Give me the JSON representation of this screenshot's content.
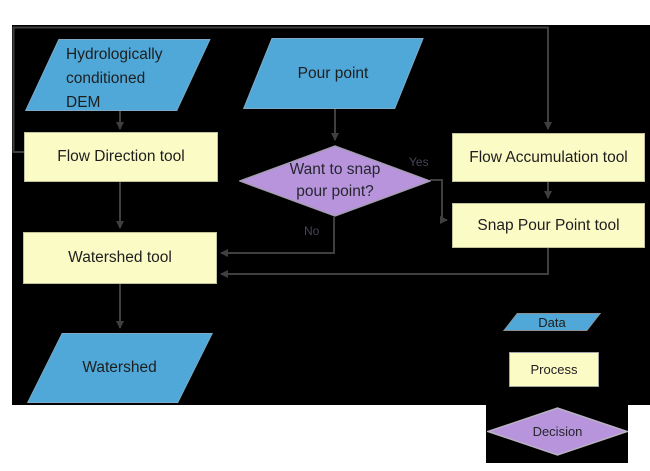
{
  "diagram": {
    "nodes": {
      "dem": {
        "type": "data",
        "lines": [
          "Hydrologically",
          "conditioned",
          "DEM"
        ]
      },
      "pour_point": {
        "type": "data",
        "label": "Pour point"
      },
      "flow_direction": {
        "type": "process",
        "label": "Flow Direction tool"
      },
      "flow_accumulation": {
        "type": "process",
        "label": "Flow Accumulation tool"
      },
      "snap_pour_point": {
        "type": "process",
        "label": "Snap Pour Point tool"
      },
      "snap_decision": {
        "type": "decision",
        "lines": [
          "Want to snap",
          "pour point?"
        ]
      },
      "watershed_tool": {
        "type": "process",
        "label": "Watershed tool"
      },
      "watershed": {
        "type": "data",
        "label": "Watershed"
      }
    },
    "edge_labels": {
      "yes": "Yes",
      "no": "No"
    },
    "legend": {
      "data_label": "Data",
      "process_label": "Process",
      "decision_label": "Decision"
    },
    "colors": {
      "data_fill": "#4FA8D8",
      "process_fill": "#FBFBC6",
      "decision_fill": "#B794DC",
      "canvas": "#000000",
      "connector": "#3F3F3F"
    }
  }
}
